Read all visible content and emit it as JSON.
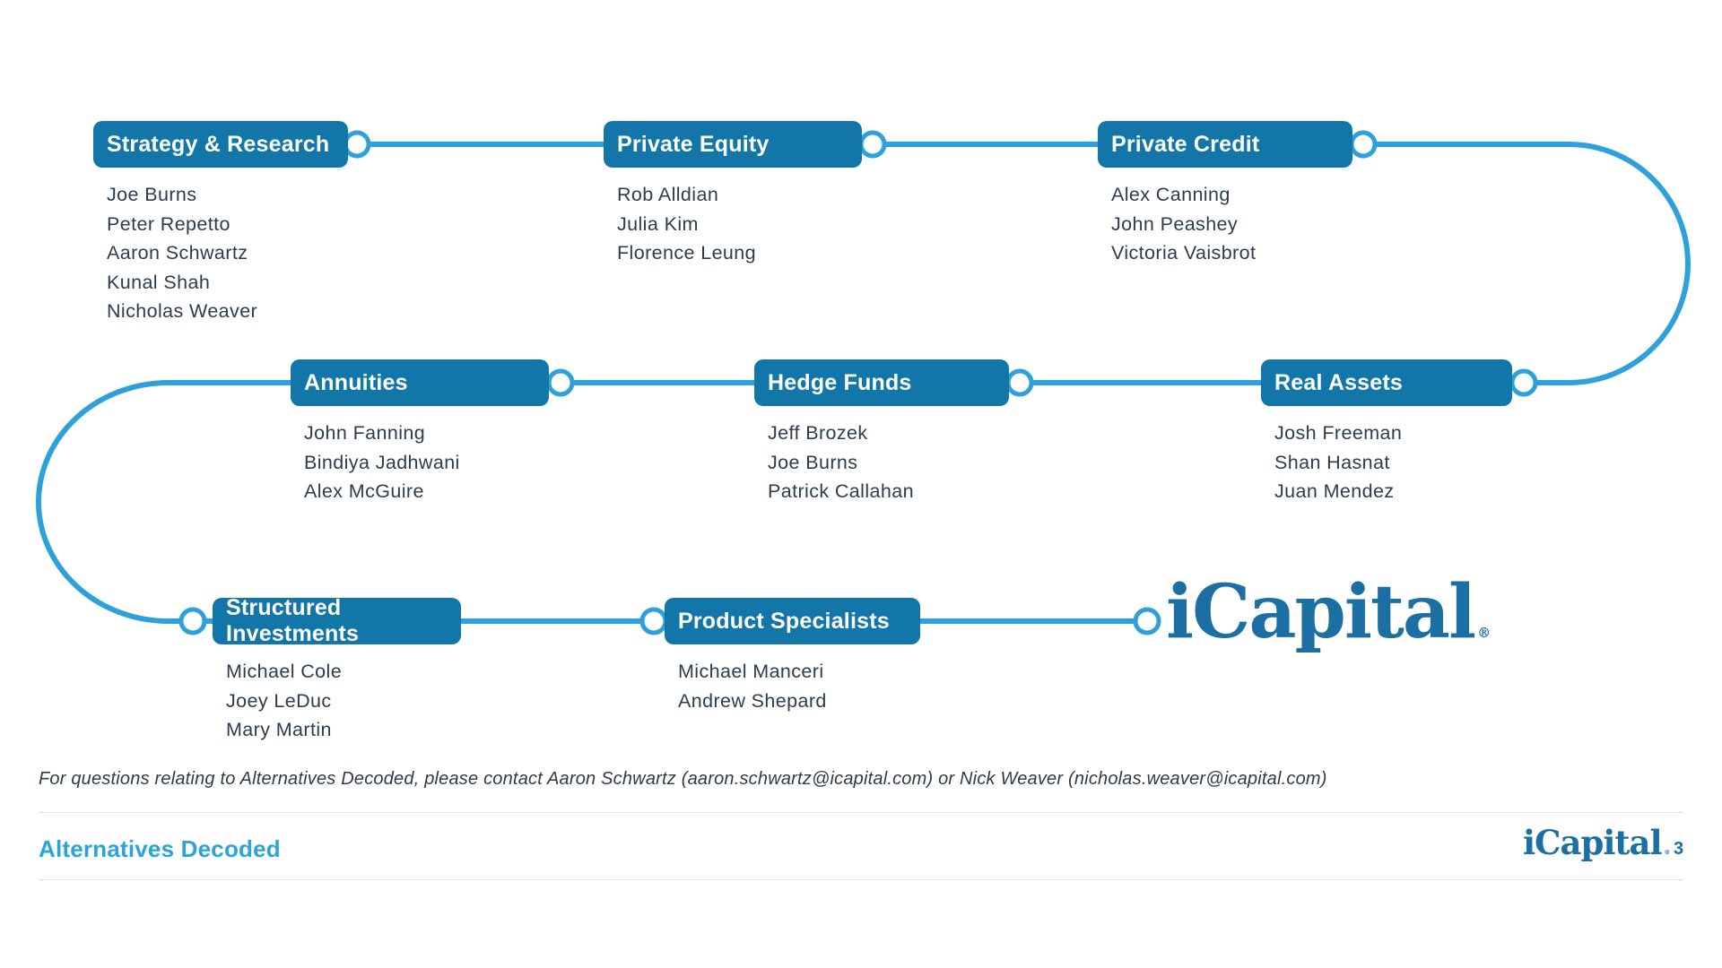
{
  "colors": {
    "box_blue": "#1277a8",
    "line_blue": "#2ea1db",
    "accent_blue": "#2aa4dd",
    "logo_blue": "#1b6fa3",
    "name_ink": "#2b3d4f",
    "footer_ink": "#2f3b47",
    "divider": "#dde2e6"
  },
  "groups": [
    {
      "label": "Strategy & Research",
      "members": [
        "Joe Burns",
        "Peter Repetto",
        "Aaron Schwartz",
        "Kunal Shah",
        "Nicholas Weaver"
      ]
    },
    {
      "label": "Private Equity",
      "members": [
        "Rob Alldian",
        "Julia Kim",
        "Florence Leung"
      ]
    },
    {
      "label": "Private Credit",
      "members": [
        "Alex Canning",
        "John Peashey",
        "Victoria Vaisbrot"
      ]
    },
    {
      "label": "Annuities",
      "members": [
        "John Fanning",
        "Bindiya Jadhwani",
        "Alex McGuire"
      ]
    },
    {
      "label": "Hedge Funds",
      "members": [
        "Jeff Brozek",
        "Joe Burns",
        "Patrick Callahan"
      ]
    },
    {
      "label": "Real Assets",
      "members": [
        "Josh Freeman",
        "Shan Hasnat",
        "Juan Mendez"
      ]
    },
    {
      "label": "Structured Investments",
      "members": [
        "Michael Cole",
        "Joey LeDuc",
        "Mary Martin"
      ]
    },
    {
      "label": "Product Specialists",
      "members": [
        "Michael Manceri",
        "Andrew Shepard"
      ]
    }
  ],
  "logo": {
    "text": "iCapital",
    "registered": "®"
  },
  "footer": {
    "note": "For questions relating to Alternatives Decoded, please contact Aaron Schwartz (aaron.schwartz@icapital.com) or Nick Weaver (nicholas.weaver@icapital.com)",
    "deck_title": "Alternatives Decoded",
    "page_number": "3"
  }
}
